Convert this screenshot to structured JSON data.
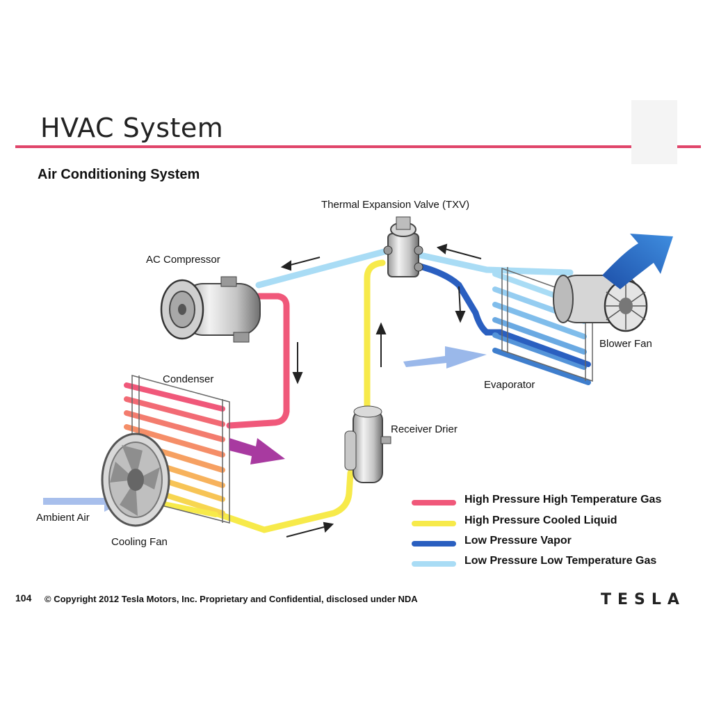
{
  "header": {
    "title": "HVAC System",
    "subtitle": "Air Conditioning System"
  },
  "components": {
    "txv": "Thermal Expansion Valve (TXV)",
    "compressor": "AC Compressor",
    "condenser": "Condenser",
    "receiver_drier": "Receiver Drier",
    "evaporator": "Evaporator",
    "blower_fan": "Blower Fan",
    "ambient_air": "Ambient  Air",
    "cooling_fan": "Cooling Fan"
  },
  "legend": [
    {
      "label": "High Pressure High Temperature Gas",
      "color": "#f0587a"
    },
    {
      "label": "High Pressure Cooled Liquid",
      "color": "#f7ea4a"
    },
    {
      "label": "Low Pressure Vapor",
      "color": "#2a5fc0"
    },
    {
      "label": "Low Pressure Low Temperature Gas",
      "color": "#a9dcf5"
    }
  ],
  "footer": {
    "page_number": "104",
    "copyright": "© Copyright 2012 Tesla Motors, Inc. Proprietary and Confidential, disclosed under NDA",
    "brand": "TESLA"
  }
}
